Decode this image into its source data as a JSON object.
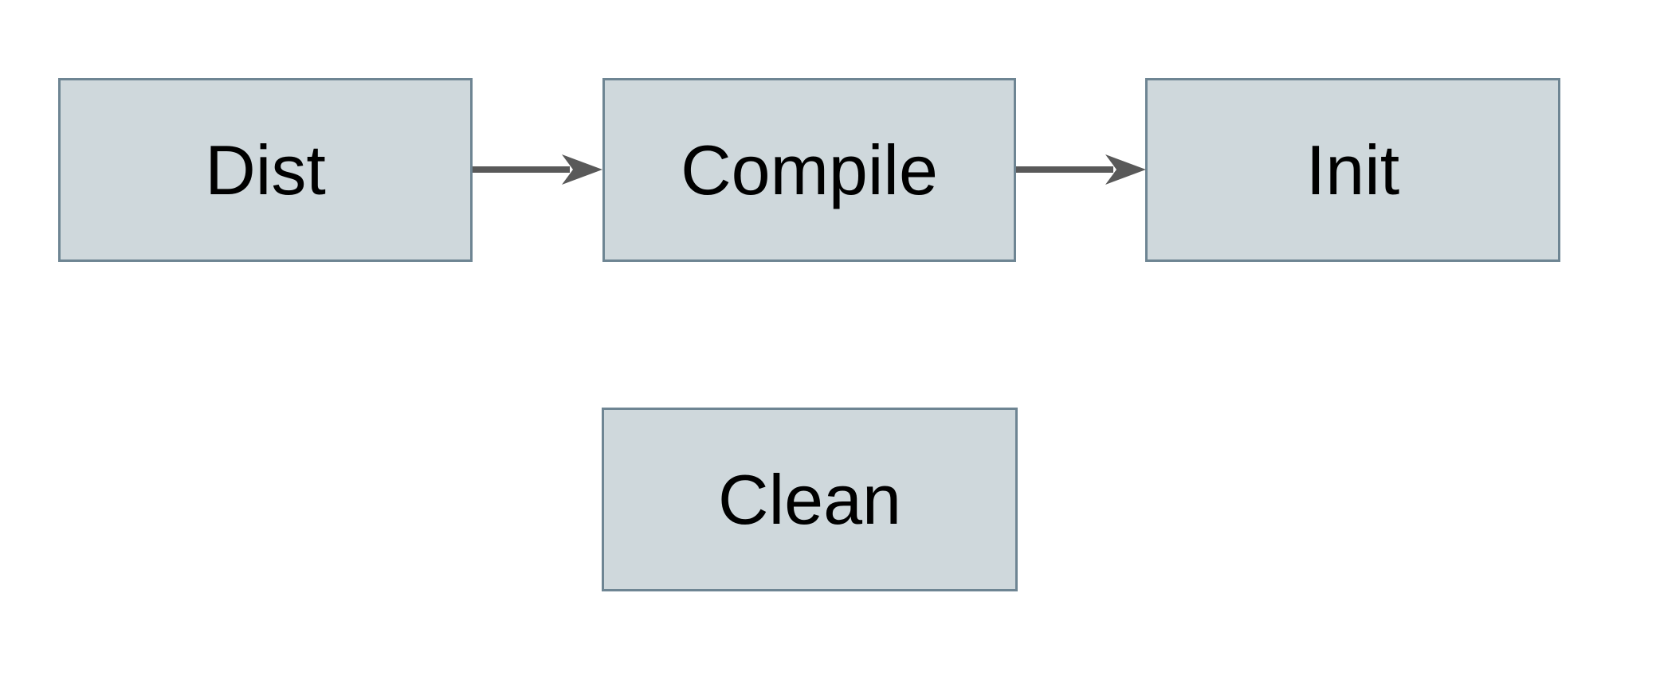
{
  "diagram": {
    "nodes": [
      {
        "id": "dist",
        "label": "Dist"
      },
      {
        "id": "compile",
        "label": "Compile"
      },
      {
        "id": "init",
        "label": "Init"
      },
      {
        "id": "clean",
        "label": "Clean"
      }
    ],
    "edges": [
      {
        "from": "dist",
        "to": "compile"
      },
      {
        "from": "compile",
        "to": "init"
      }
    ]
  },
  "colors": {
    "node_fill": "#cfd8dc",
    "node_border": "#6e8593",
    "arrow": "#595959",
    "text": "#000000",
    "background": "#ffffff"
  }
}
